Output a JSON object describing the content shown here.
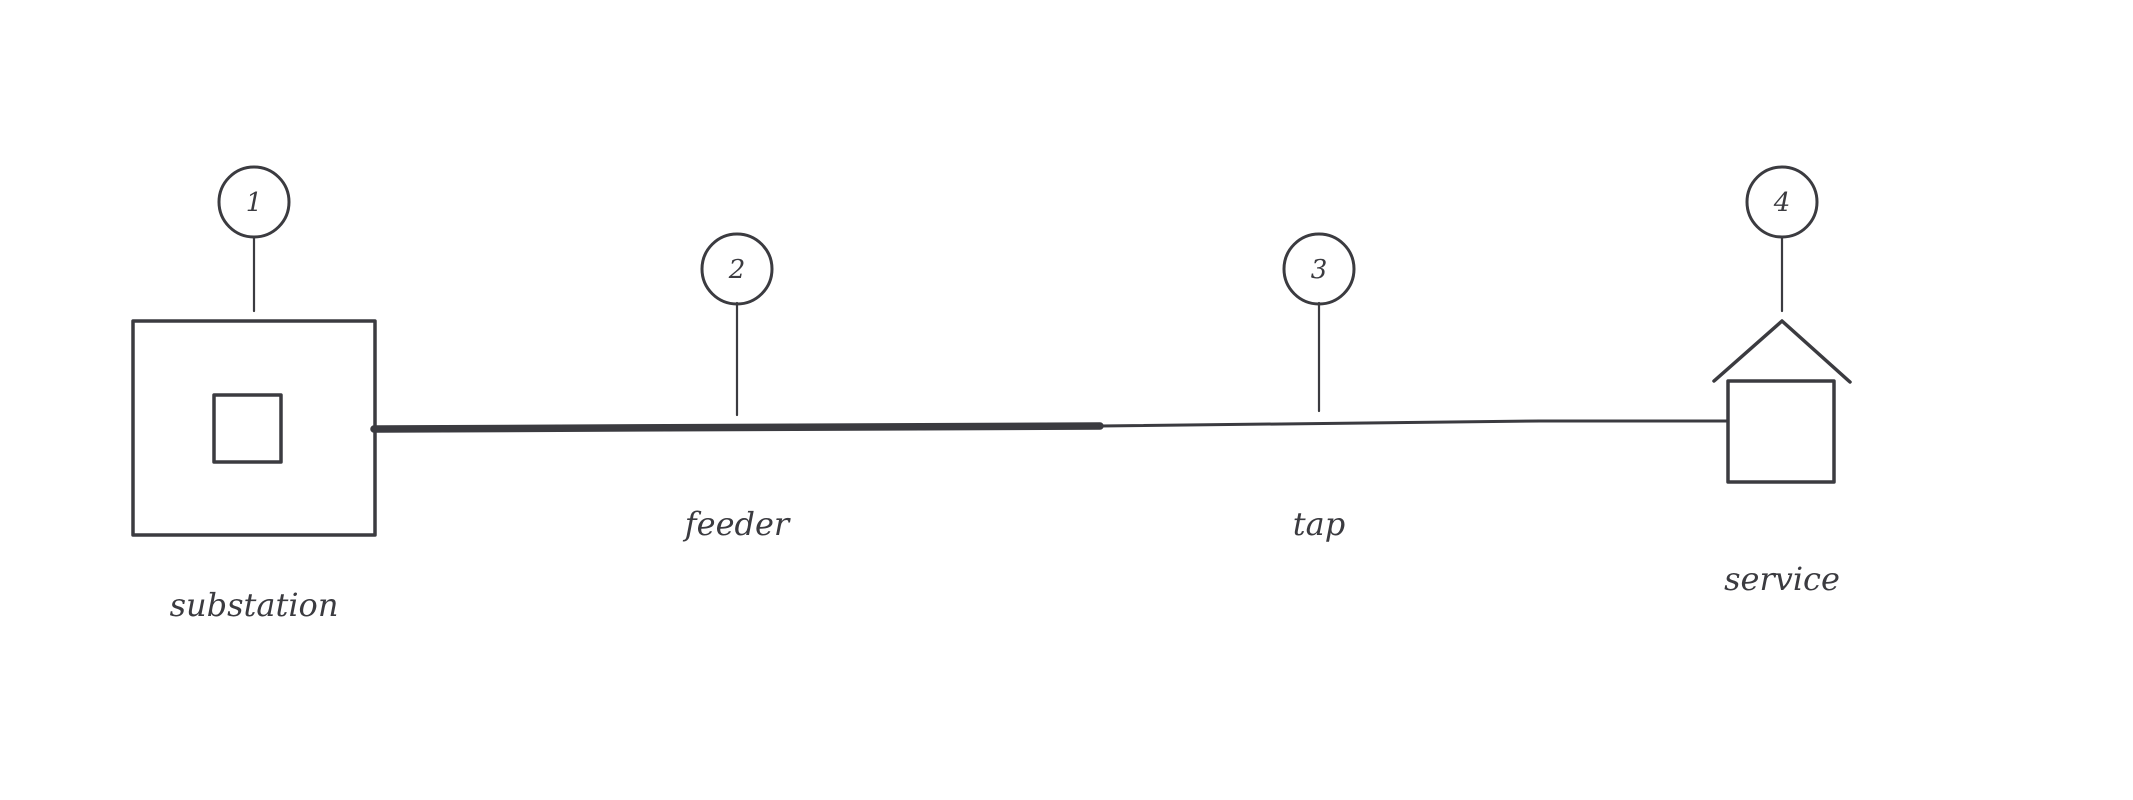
{
  "diagram": {
    "ink_color": "#3b3b40",
    "background": "#ffffff",
    "callouts": [
      {
        "number": "1",
        "label": "substation"
      },
      {
        "number": "2",
        "label": "feeder"
      },
      {
        "number": "3",
        "label": "tap"
      },
      {
        "number": "4",
        "label": "service"
      }
    ],
    "nodes": {
      "substation": {
        "icon": "substation-icon"
      },
      "service": {
        "icon": "house-icon"
      }
    },
    "lines": {
      "feeder": {
        "style": "thick"
      },
      "tap": {
        "style": "thin"
      }
    }
  }
}
